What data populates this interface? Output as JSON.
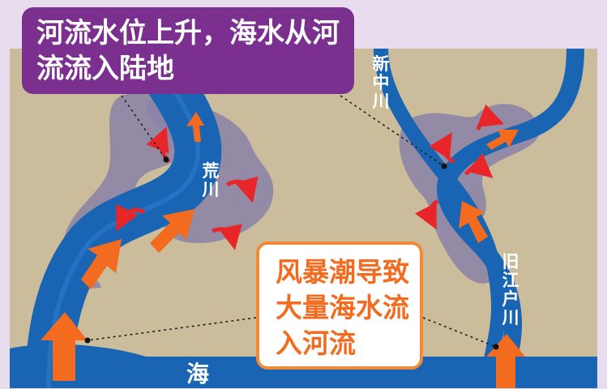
{
  "callouts": {
    "top": [
      "河流水位上升，海水从河",
      "流流入陆地"
    ],
    "bottom": [
      "风暴潮导致",
      "大量海水流",
      "入河流"
    ]
  },
  "rivers": {
    "arakawa": "荒川",
    "shin_nakagawa": "新中川",
    "kyu_edogawa": "旧江户川"
  },
  "sea": "海",
  "colors": {
    "background": "#e8dcef",
    "land": "#cbbd9b",
    "flood": "#8a83a8",
    "water": "#1a64b4",
    "sea": "#1a64b4",
    "callout_purple": "#7b2f8e",
    "callout_orange": "#f08a3a",
    "arrow_orange": "#f26b1f",
    "arrow_red": "#e8262a"
  }
}
